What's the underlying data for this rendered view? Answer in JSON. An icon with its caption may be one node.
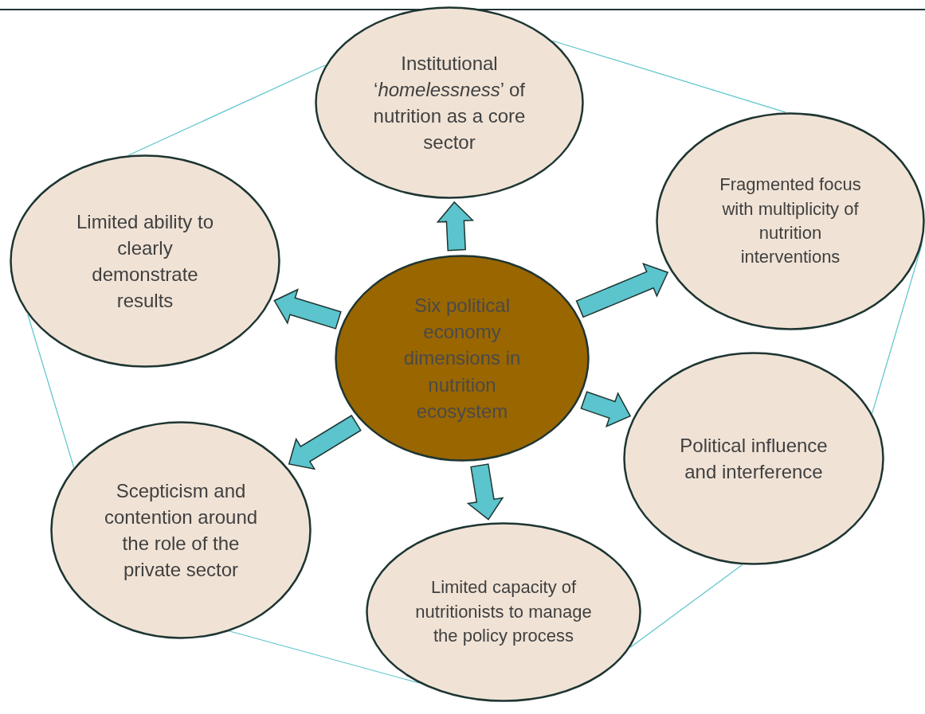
{
  "diagram": {
    "nodes": [
      {
        "text": [
          "Institutional ‘*homelessness*’ of nutrition as a core sector"
        ]
      },
      {
        "text": [
          "Fragmented focus with multiplicity of nutrition interventions"
        ]
      },
      {
        "text": [
          "Limited ability to clearly demonstrate results"
        ]
      },
      {
        "text": [
          "Six political economy dimensions in nutrition ecosystem"
        ]
      },
      {
        "text": [
          "Political influence and interference"
        ]
      },
      {
        "text": [
          "Scepticism and contention around the role of the private sector"
        ]
      },
      {
        "text": [
          "Limited capacity of nutritionists to manage the policy process"
        ]
      }
    ],
    "edges": [
      {
        "from": 3,
        "to": 0,
        "arrow": "to",
        "style": "thick"
      },
      {
        "from": 3,
        "to": 1,
        "arrow": "to",
        "style": "thick"
      },
      {
        "from": 3,
        "to": 2,
        "arrow": "to",
        "style": "thick"
      },
      {
        "from": 3,
        "to": 4,
        "arrow": "to",
        "style": "thick"
      },
      {
        "from": 3,
        "to": 5,
        "arrow": "to",
        "style": "thick"
      },
      {
        "from": 3,
        "to": 6,
        "arrow": "to",
        "style": "thick"
      },
      {
        "from": 2,
        "to": 0,
        "arrow": "none",
        "color": "#5bc4cc"
      },
      {
        "from": 0,
        "to": 1,
        "arrow": "none",
        "color": "#5bc4cc"
      },
      {
        "from": 1,
        "to": 4,
        "arrow": "none",
        "color": "#5bc4cc"
      },
      {
        "from": 4,
        "to": 6,
        "arrow": "none",
        "color": "#5bc4cc"
      },
      {
        "from": 5,
        "to": 6,
        "arrow": "none",
        "color": "#5bc4cc"
      },
      {
        "from": 5,
        "to": 2,
        "arrow": "none",
        "color": "#5bc4cc"
      }
    ]
  }
}
